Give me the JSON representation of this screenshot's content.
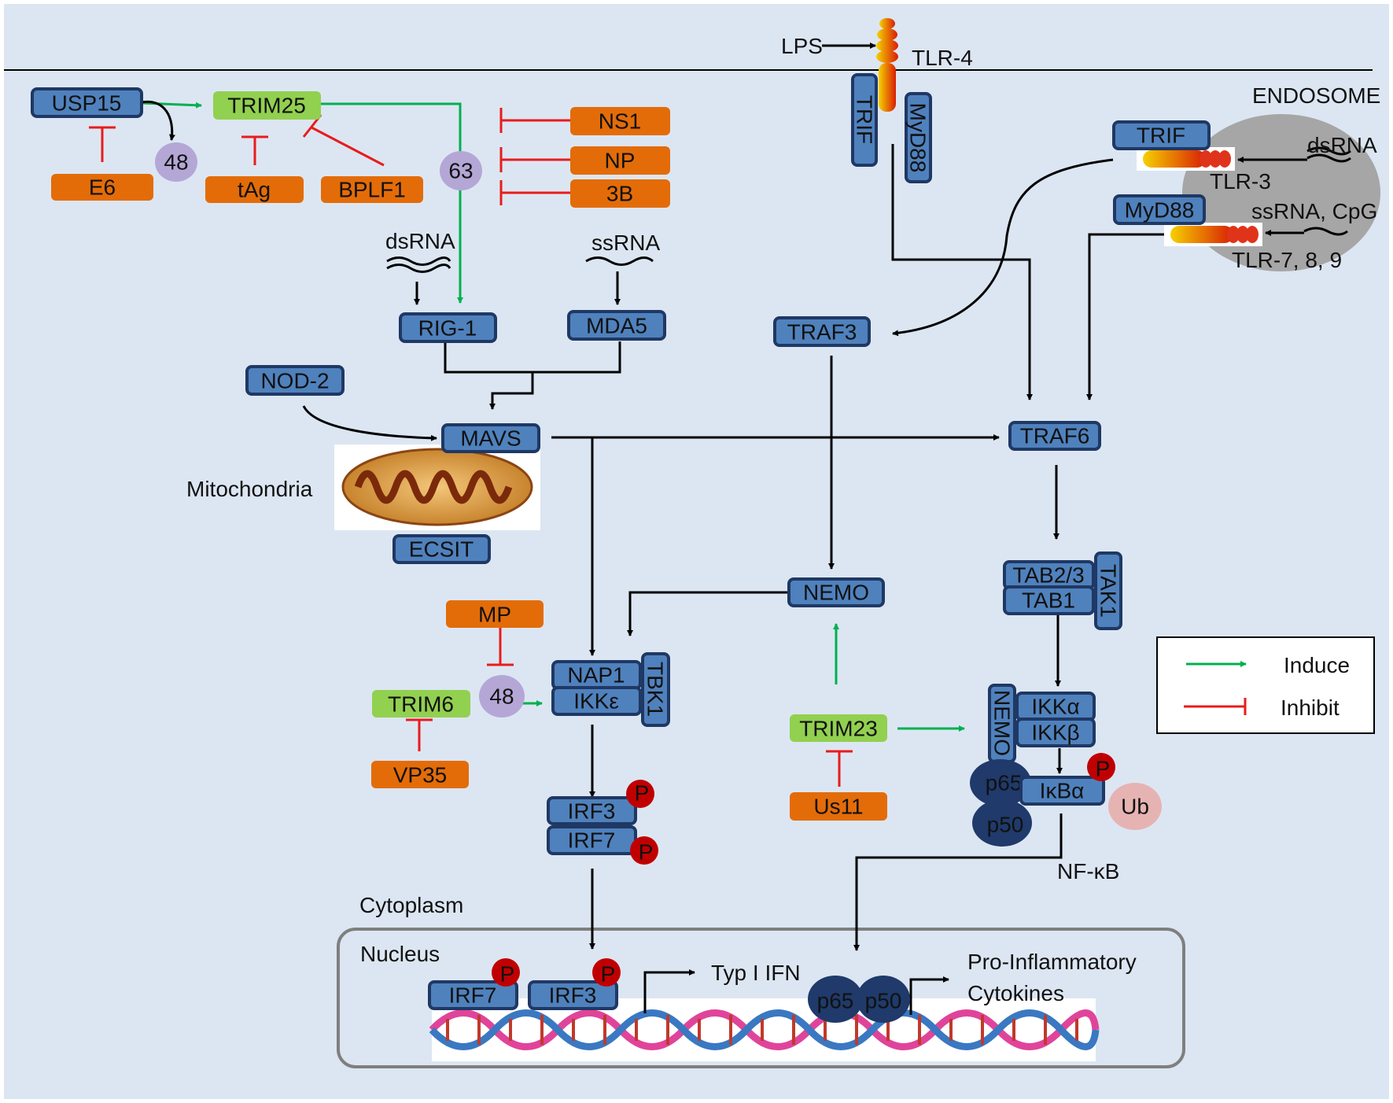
{
  "membrane_ligand": "LPS",
  "receptors": {
    "tlr4": "TLR-4",
    "tlr3": "TLR-3",
    "tlr789": "TLR-7, 8, 9"
  },
  "endosome": {
    "label": "ENDOSOME",
    "dsrna": "dsRNA",
    "ssrna_cpg": "ssRNA, CpG"
  },
  "proteins": {
    "usp15": "USP15",
    "trim25": "TRIM25",
    "trif": "TRIF",
    "myd88": "MyD88",
    "rig1": "RIG-1",
    "mda5": "MDA5",
    "nod2": "NOD-2",
    "mavs": "MAVS",
    "ecsit": "ECSIT",
    "traf3": "TRAF3",
    "traf6": "TRAF6",
    "tab23": "TAB2/3",
    "tab1": "TAB1",
    "tak1": "TAK1",
    "nemo": "NEMO",
    "nap1": "NAP1",
    "ikke": "IKKε",
    "tbk1": "TBK1",
    "ikka": "IKKα",
    "ikkb": "IKKβ",
    "irf3": "IRF3",
    "irf7": "IRF7",
    "trim6": "TRIM6",
    "trim23": "TRIM23",
    "p65": "p65",
    "p50": "p50",
    "ikba": "IκBα"
  },
  "viral_inhibitors": {
    "e6": "E6",
    "tag": "tAg",
    "bplf1": "BPLF1",
    "ns1": "NS1",
    "np": "NP",
    "b3": "3B",
    "mp": "MP",
    "vp35": "VP35",
    "us11": "Us11"
  },
  "ubiquitin_links": {
    "k48": "48",
    "k63": "63"
  },
  "modifications": {
    "phospho": "P",
    "ubiquitin": "Ub"
  },
  "rna": {
    "dsrna": "dsRNA",
    "ssrna": "ssRNA"
  },
  "labels": {
    "mitochondria": "Mitochondria",
    "cytoplasm": "Cytoplasm",
    "nucleus": "Nucleus",
    "nfkb": "NF-κB",
    "typ_ifn": "Typ I IFN",
    "pro_inflammatory": "Pro-Inflammatory",
    "cytokines": "Cytokines"
  },
  "legend": {
    "induce": "Induce",
    "inhibit": "Inhibit"
  },
  "colors": {
    "background": "#dce6f2",
    "protein": "#4f81bd",
    "viral_inhibitor": "#e36c09",
    "inducer": "#92d050",
    "induce_arrow": "#00b050",
    "inhibit_line": "#e81c1c",
    "endosome": "#a6a6a6"
  }
}
